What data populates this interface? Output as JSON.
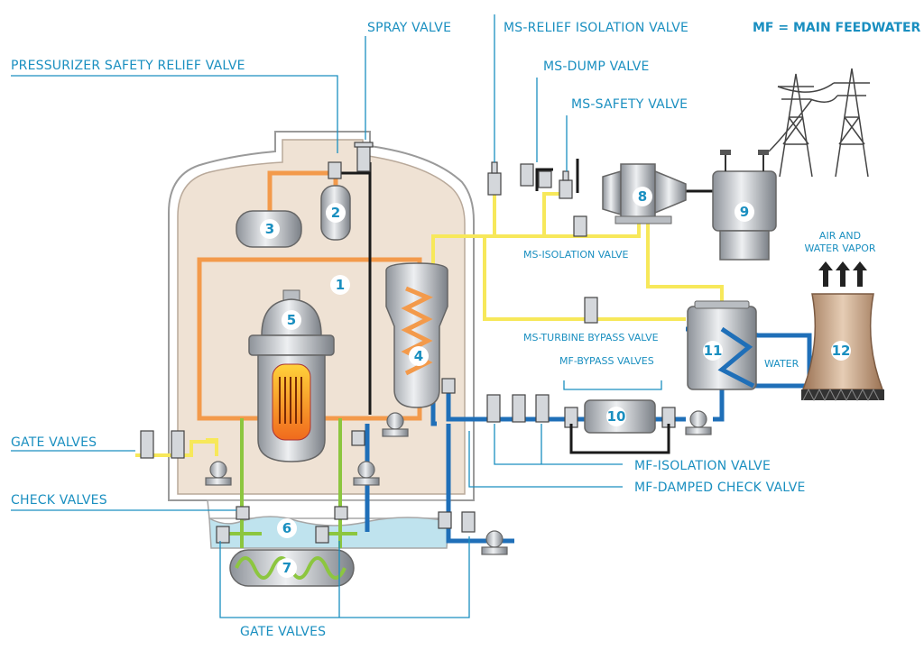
{
  "legend": {
    "mf": "MF = MAIN FEEDWATER"
  },
  "labels": {
    "spray_valve": "SPRAY VALVE",
    "pressurizer_safety_relief_valve": "PRESSURIZER SAFETY RELIEF VALVE",
    "ms_relief_isolation_valve": "MS-RELIEF ISOLATION VALVE",
    "ms_dump_valve": "MS-DUMP VALVE",
    "ms_safety_valve": "MS-SAFETY VALVE",
    "ms_isolation_valve": "MS-ISOLATION VALVE",
    "ms_turbine_bypass_valve": "MS-TURBINE BYPASS VALVE",
    "mf_bypass_valves": "MF-BYPASS VALVES",
    "mf_isolation_valve": "MF-ISOLATION VALVE",
    "mf_damped_check_valve": "MF-DAMPED CHECK VALVE",
    "gate_valves_left": "GATE VALVES",
    "check_valves": "CHECK VALVES",
    "gate_valves_bottom": "GATE VALVES",
    "air_line1": "AIR AND",
    "air_line2": "WATER VAPOR",
    "water": "WATER"
  },
  "components": [
    "1",
    "2",
    "3",
    "4",
    "5",
    "6",
    "7",
    "8",
    "9",
    "10",
    "11",
    "12"
  ],
  "colors": {
    "label": "#1a8fc0",
    "primary_loop": "#f39a4b",
    "steam": "#f7e85a",
    "feedwater": "#1f6fb8",
    "safety_injection": "#8cc63f",
    "containment": "#efe2d4",
    "pool": "#bfe3ee"
  }
}
